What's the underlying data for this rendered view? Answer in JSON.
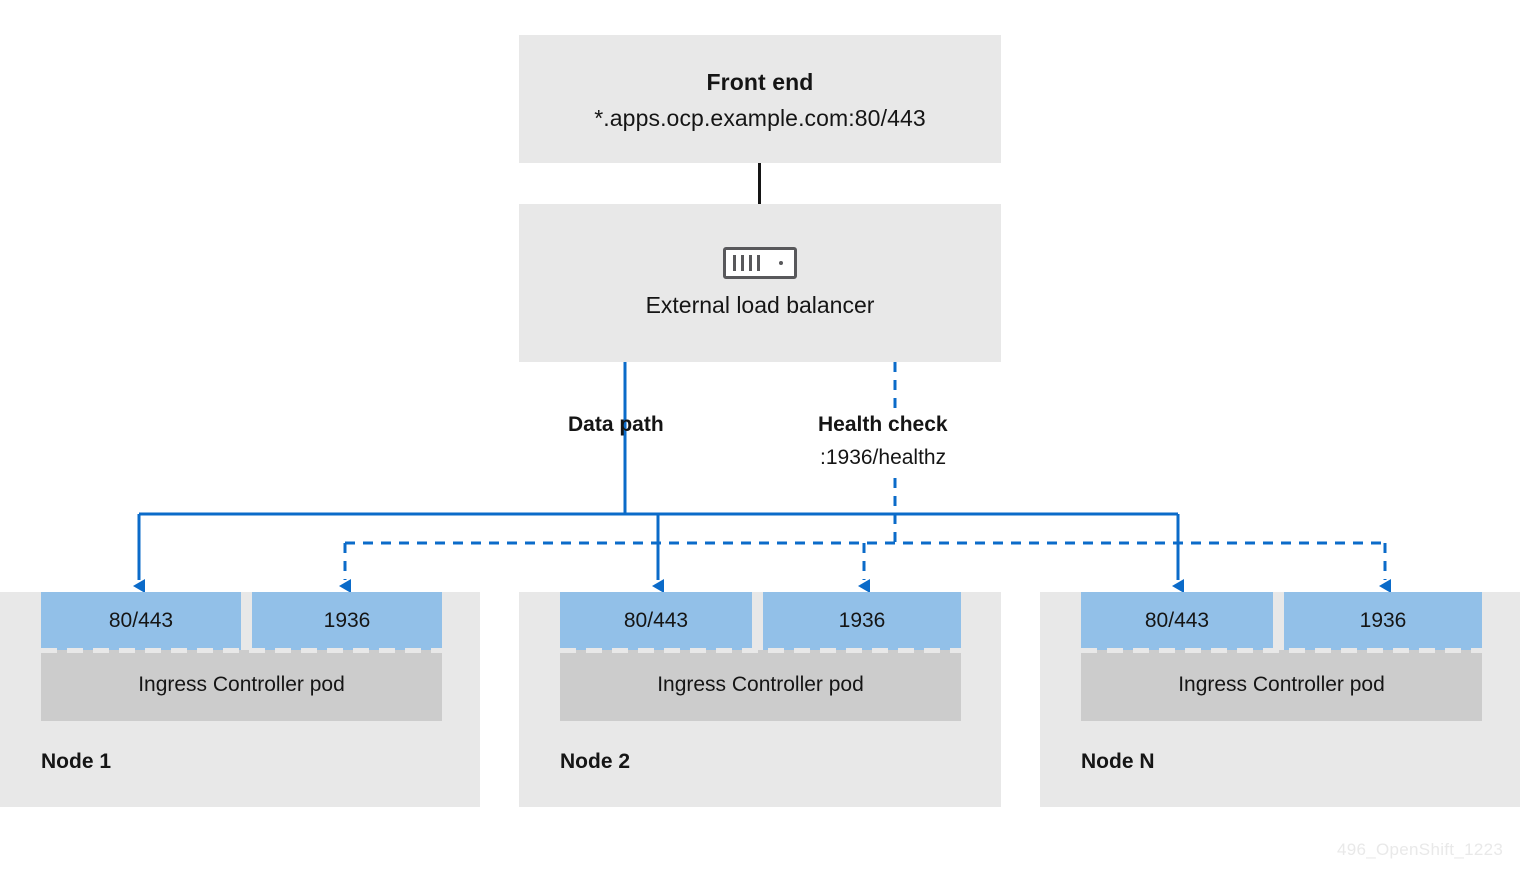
{
  "diagram": {
    "watermark": "496_OpenShift_1223",
    "colors": {
      "line_blue": "#0b6bc9",
      "port_blue": "#92c0e8",
      "box_grey": "#e8e8e8",
      "pod_grey": "#cccccc",
      "icon_grey": "#58585b",
      "text": "#151515"
    },
    "frontend": {
      "title": "Front end",
      "subtitle": "*.apps.ocp.example.com:80/443"
    },
    "load_balancer": {
      "label": "External load balancer",
      "icon": "server-icon"
    },
    "paths": {
      "data_path": {
        "label": "Data path",
        "style": "solid"
      },
      "health_check": {
        "label": "Health check",
        "detail": ":1936/healthz",
        "style": "dashed"
      }
    },
    "nodes": [
      {
        "name": "Node 1",
        "pod_label": "Ingress Controller pod",
        "ports": [
          {
            "label": "80/443"
          },
          {
            "label": "1936"
          }
        ]
      },
      {
        "name": "Node 2",
        "pod_label": "Ingress Controller pod",
        "ports": [
          {
            "label": "80/443"
          },
          {
            "label": "1936"
          }
        ]
      },
      {
        "name": "Node N",
        "pod_label": "Ingress Controller pod",
        "ports": [
          {
            "label": "80/443"
          },
          {
            "label": "1936"
          }
        ]
      }
    ]
  }
}
